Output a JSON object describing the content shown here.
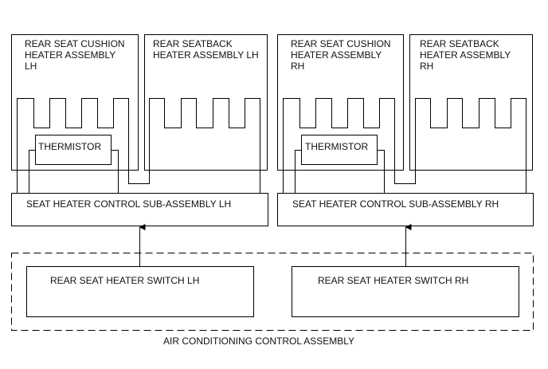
{
  "lh": {
    "cushion_label": "REAR SEAT CUSHION\nHEATER ASSEMBLY\nLH",
    "seatback_label": "REAR SEATBACK\nHEATER ASSEMBLY LH",
    "thermistor_label": "THERMISTOR",
    "control_label": "SEAT HEATER CONTROL SUB-ASSEMBLY LH",
    "switch_label": "REAR SEAT HEATER SWITCH LH"
  },
  "rh": {
    "cushion_label": "REAR SEAT CUSHION\nHEATER ASSEMBLY\nRH",
    "seatback_label": "REAR SEATBACK\nHEATER ASSEMBLY\nRH",
    "thermistor_label": "THERMISTOR",
    "control_label": "SEAT HEATER CONTROL SUB-ASSEMBLY RH",
    "switch_label": "REAR SEAT HEATER SWITCH RH"
  },
  "ac_control_label": "AIR CONDITIONING CONTROL ASSEMBLY",
  "colors": {
    "line": "#000000",
    "background": "#ffffff"
  }
}
